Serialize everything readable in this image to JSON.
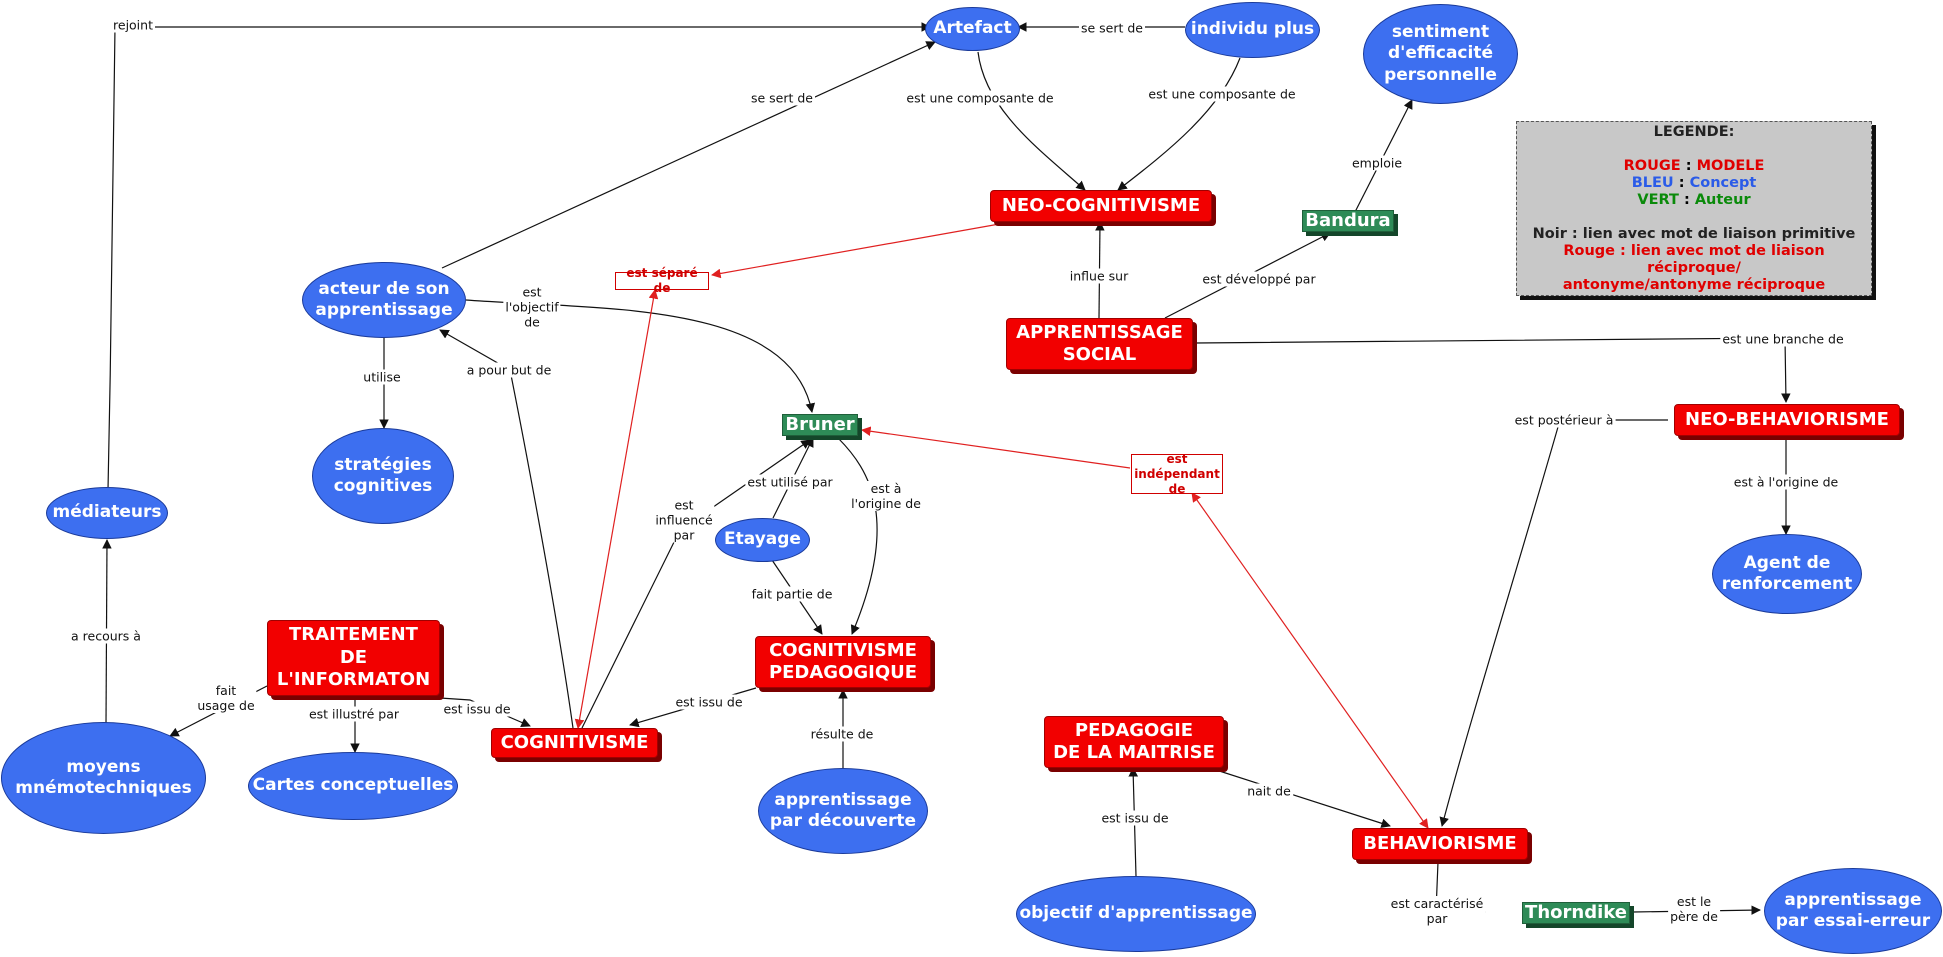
{
  "colors": {
    "concept": "#3d6ff0",
    "model": "#f20000",
    "author": "#2e8b57",
    "black_link": "#111111",
    "red_link": "#e02020"
  },
  "nodes": {
    "artefact": "Artefact",
    "individu_plus": "individu plus",
    "sentiment": "sentiment\nd'efficacité\npersonnelle",
    "neo_cognitivisme": "NEO-COGNITIVISME",
    "bandura": "Bandura",
    "acteur": "acteur de son\napprentissage",
    "est_separe_de": "est séparé de",
    "apprentissage_social": "APPRENTISSAGE\nSOCIAL",
    "neo_behaviorisme": "NEO-BEHAVIORISME",
    "strategies": "stratégies\ncognitives",
    "bruner": "Bruner",
    "mediateurs": "médiateurs",
    "est_independant_de": "est\nindépendant\nde",
    "agent": "Agent de\nrenforcement",
    "etayage": "Etayage",
    "traitement": "TRAITEMENT\nDE\nL'INFORMATON",
    "cognitivisme_pedagogique": "COGNITIVISME\nPEDAGOGIQUE",
    "moyens": "moyens\nmnémotechniques",
    "cartes": "Cartes conceptuelles",
    "cognitivisme": "COGNITIVISME",
    "pedagogie_maitrise": "PEDAGOGIE\nDE LA MAITRISE",
    "apprentissage_decouverte": "apprentissage\npar découverte",
    "behaviorisme": "BEHAVIORISME",
    "objectif": "objectif d'apprentissage",
    "thorndike": "Thorndike",
    "essai_erreur": "apprentissage\npar essai-erreur"
  },
  "link_labels": {
    "rejoint": "rejoint",
    "se_sert_de_1": "se sert de",
    "se_sert_de_2": "se sert de",
    "composante_1": "est une composante de",
    "composante_2": "est une composante de",
    "emploie": "emploie",
    "objectif_de": "est\nl'objectif\nde",
    "influe_sur": "influe sur",
    "developpe_par": "est développé par",
    "branche_de": "est une branche de",
    "utilise": "utilise",
    "pour_but": "a pour but de",
    "posterieur": "est postérieur à",
    "utilise_par": "est utilisé par",
    "origine_1": "est à\nl'origine de",
    "origine_2": "est à l'origine de",
    "influence_par": "est\ninfluencé\npar",
    "recours": "a recours à",
    "fait_partie": "fait partie de",
    "fait_usage": "fait\nusage de",
    "illustre": "est illustré par",
    "issu_1": "est issu de",
    "issu_2": "est issu de",
    "issu_3": "est issu de",
    "resulte": "résulte de",
    "nait_de": "nait de",
    "caracterise": "est caractérisé\npar",
    "pere": "est le\npère de"
  },
  "legend": {
    "title": "LEGENDE:",
    "rouge_key": "ROUGE",
    "rouge_val": "MODELE",
    "bleu_key": "BLEU",
    "bleu_val": "Concept",
    "vert_key": "VERT",
    "vert_val": "Auteur",
    "noir_line": "Noir : lien avec mot de liaison primitive",
    "rouge_line_1": "Rouge : lien avec mot de liaison réciproque/",
    "rouge_line_2": "antonyme/antonyme réciproque"
  }
}
